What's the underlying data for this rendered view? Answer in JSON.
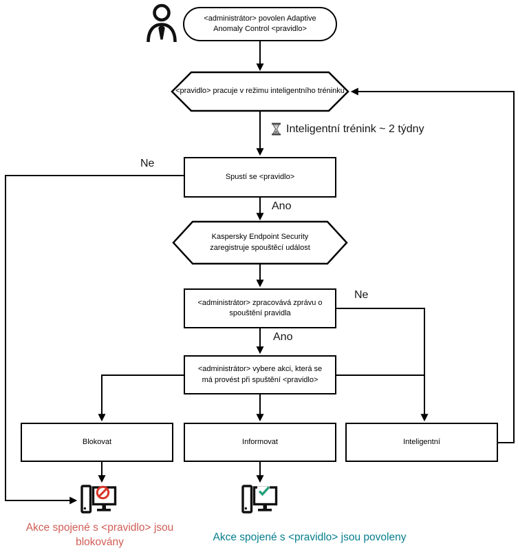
{
  "flow": {
    "start": "<administrátor> povolen Adaptive Anomaly Control <pravidlo>",
    "training_mode": "<pravidlo> pracuje v režimu inteligentního tréninku",
    "training_duration_note": "Inteligentní trénink ~ 2 týdny",
    "rule_triggers": "Spustí se <pravidlo>",
    "registers_event": "Kaspersky Endpoint Security zaregistruje spouštěcí událost",
    "admin_reviews_report": "<administrátor> zpracovává zprávu o spouštění pravidla",
    "admin_selects_action": "<administrátor> vybere akci, která se má provést při spuštění <pravidlo>",
    "action_block": "Blokovat",
    "action_inform": "Informovat",
    "action_smart": "Inteligentní"
  },
  "branch_labels": {
    "rule_not_triggered": "Ne",
    "rule_triggered": "Ano",
    "report_not_processed": "Ne",
    "report_processed": "Ano"
  },
  "outcomes": {
    "blocked": "Akce spojené s <pravidlo> jsou blokovány",
    "allowed": "Akce spojené s <pravidlo> jsou povoleny"
  },
  "colors": {
    "line": "#000000",
    "blocked_text": "#d15c55",
    "allowed_text": "#057e8d",
    "prohibition": "#d93327",
    "checkmark": "#26a17b"
  },
  "icons": {
    "administrator": "person-icon",
    "training_timer": "hourglass-icon",
    "blocked_host": "computer-blocked-icon",
    "allowed_host": "computer-allowed-icon"
  }
}
